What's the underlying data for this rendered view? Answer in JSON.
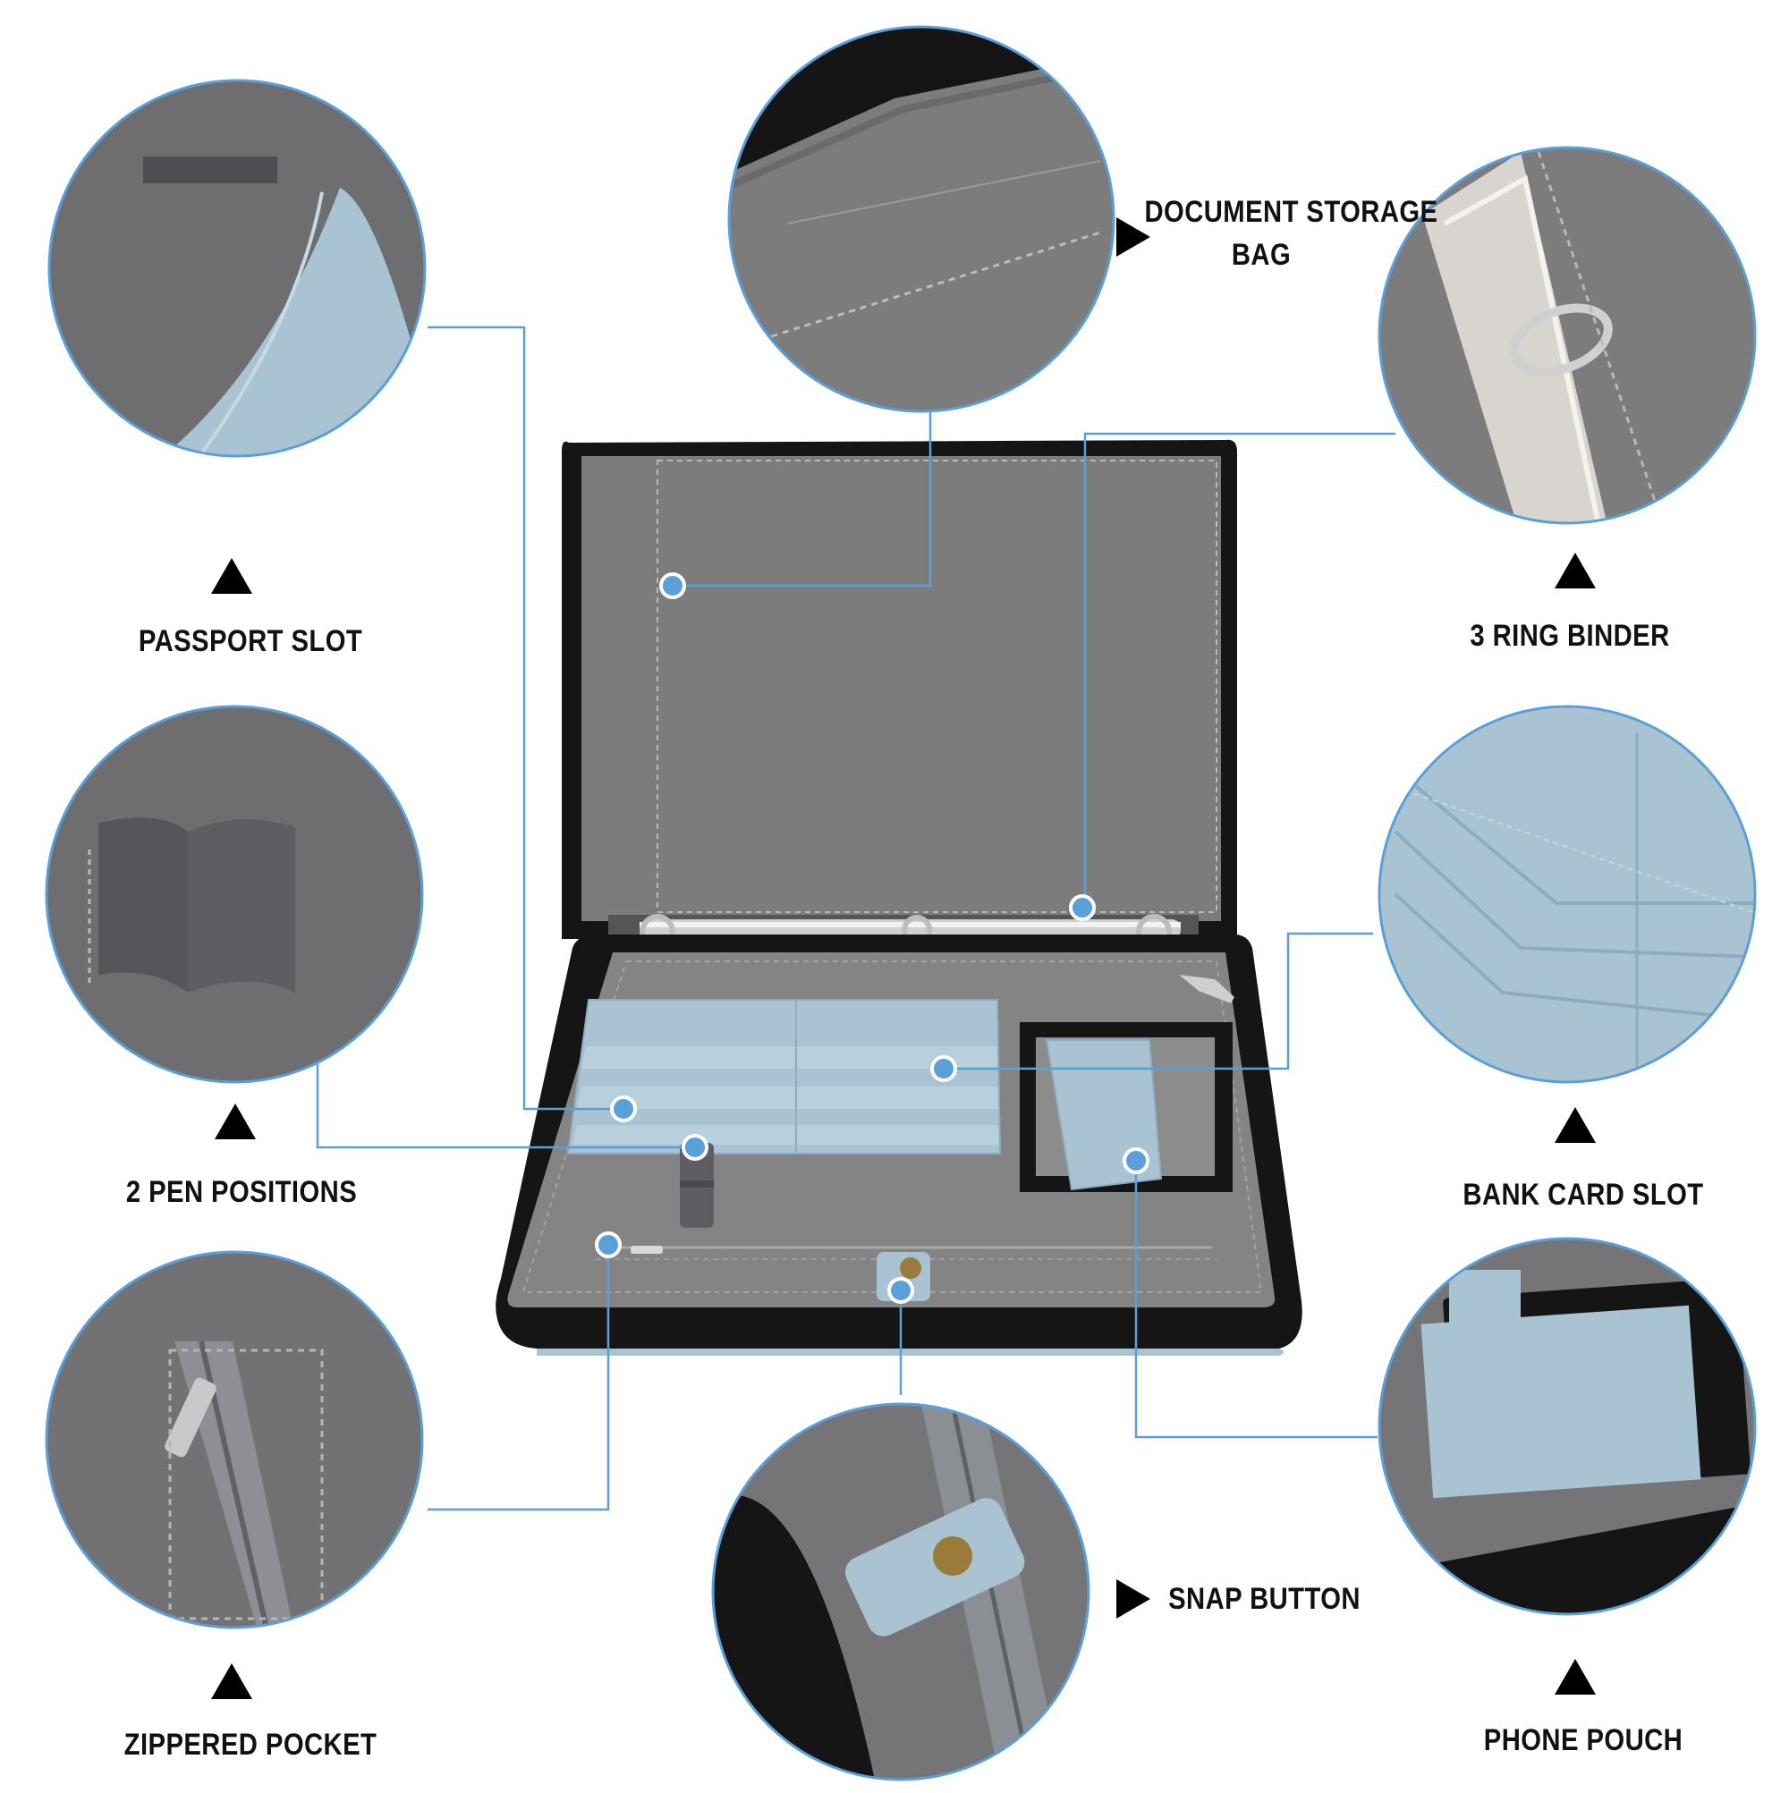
{
  "callouts": {
    "passport_slot": "PASSPORT SLOT",
    "pen_positions": "2 PEN POSITIONS",
    "zippered_pocket": "ZIPPERED POCKET",
    "document_storage_bag_line1": "DOCUMENT STORAGE",
    "document_storage_bag_line2": "BAG",
    "ring_binder": "3 RING BINDER",
    "bank_card_slot": "BANK CARD SLOT",
    "snap_button": "SNAP BUTTON",
    "phone_pouch": "PHONE POUCH"
  },
  "colors": {
    "leader_line": "#5b9fd9",
    "felt": "#7a7a7b",
    "felt_dark": "#6b6b6c",
    "leather": "#a9c3d3",
    "zipper": "#141414",
    "ring_metal": "#cfcfcf",
    "snap_brass": "#9a7b3a"
  },
  "icons": {
    "label_marker": "triangle-icon"
  }
}
